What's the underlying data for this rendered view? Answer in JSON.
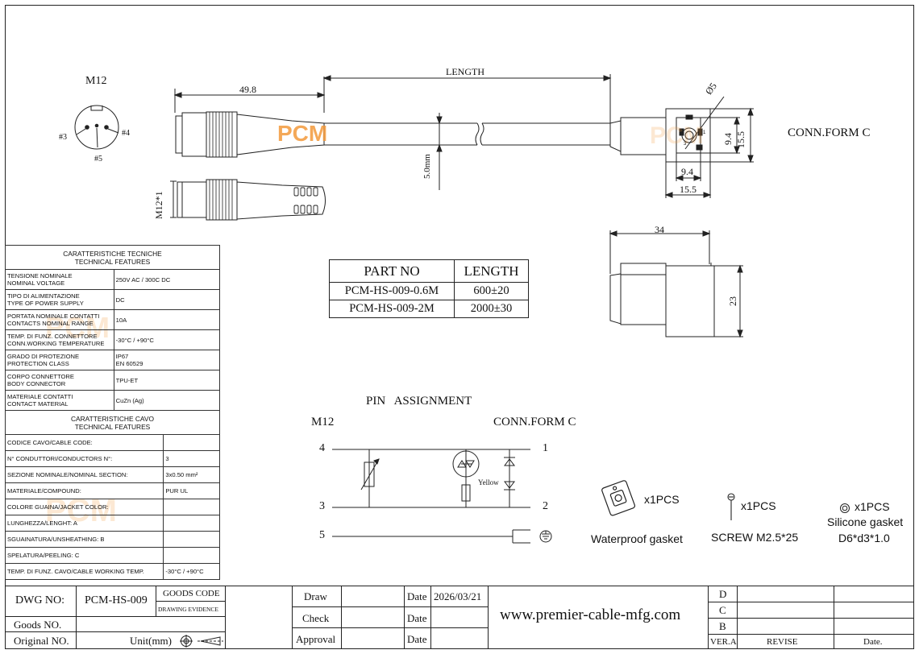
{
  "watermark": "PCM",
  "drawing": {
    "m12_label": "M12",
    "pin3": "#3",
    "pin4": "#4",
    "pin5": "#5",
    "dim_49_8": "49.8",
    "dim_length": "LENGTH",
    "dim_5mm": "5.0mm",
    "dim_m12x1": "M12*1",
    "dim_d5": "Ø5",
    "dim_9_4": "9.4",
    "dim_15_5": "15.5",
    "dim_34": "34",
    "dim_23": "23",
    "conn_form": "CONN.FORM C",
    "face_labels": [
      "2",
      "1",
      "3"
    ]
  },
  "specs": {
    "header1": [
      "CARATTERISTICHE TECNICHE",
      "TECHNICAL FEATURES"
    ],
    "rows1": [
      {
        "it": "TENSIONE NOMINALE",
        "en": "NOMINAL VOLTAGE",
        "val": "250V AC / 300C DC"
      },
      {
        "it": "TIPO DI ALIMENTAZIONE",
        "en": "TYPE OF POWER SUPPLY",
        "val": "DC"
      },
      {
        "it": "PORTATA NOMINALE CONTATTI",
        "en": "CONTACTS NOMINAL RANGE",
        "val": "10A"
      },
      {
        "it": "TEMP. DI FUNZ. CONNETTORE",
        "en": "CONN.WORKING TEMPERATURE",
        "val": "-30°C / +90°C"
      },
      {
        "it": "GRADO DI PROTEZIONE",
        "en": "PROTECTION CLASS",
        "val": "IP67",
        "val2": "EN 60529"
      },
      {
        "it": "CORPO CONNETTORE",
        "en": "BODY CONNECTOR",
        "val": "TPU-ET"
      },
      {
        "it": "MATERIALE CONTATTI",
        "en": "CONTACT MATERIAL",
        "val": "CuZn (Ag)"
      }
    ],
    "header2": [
      "CARATTERISTICHE CAVO",
      "TECHNICAL FEATURES"
    ],
    "rows2": [
      {
        "label": "CODICE CAVO/CABLE CODE:",
        "val": ""
      },
      {
        "label": "N° CONDUTTORI/CONDUCTORS N°:",
        "val": "3"
      },
      {
        "label": "SEZIONE NOMINALE/NOMINAL SECTION:",
        "val": "3x0.50 mm²"
      },
      {
        "label": "MATERIALE/COMPOUND:",
        "val": "PUR UL"
      },
      {
        "label": "COLORE GUAINA/JACKET COLOR:",
        "val": ""
      },
      {
        "label": "LUNGHEZZA/LENGHT: A",
        "val": ""
      },
      {
        "label": "SGUAINATURA/UNSHEATHING: B",
        "val": ""
      },
      {
        "label": "SPELATURA/PEELING: C",
        "val": ""
      },
      {
        "label": "TEMP. DI FUNZ. CAVO/CABLE WORKING TEMP.",
        "val": "-30°C / +90°C"
      }
    ]
  },
  "parts": {
    "headers": [
      "PART NO",
      "LENGTH"
    ],
    "rows": [
      [
        "PCM-HS-009-0.6M",
        "600±20"
      ],
      [
        "PCM-HS-009-2M",
        "2000±30"
      ]
    ]
  },
  "pins": {
    "title": "PIN   ASSIGNMENT",
    "left": "M12",
    "right": "CONN.FORM C",
    "left_nums": [
      "4",
      "3",
      "5"
    ],
    "right_nums": [
      "1",
      "2"
    ],
    "yellow": "Yellow"
  },
  "accessories": [
    {
      "qty": "x1PCS",
      "name": "Waterproof gasket"
    },
    {
      "qty": "x1PCS",
      "name": "SCREW M2.5*25"
    },
    {
      "qty": "x1PCS",
      "name": "Silicone gasket",
      "name2": "D6*d3*1.0"
    }
  ],
  "titleblock": {
    "dwg_no_label": "DWG NO:",
    "dwg_no": "PCM-HS-009",
    "goods_code": "GOODS CODE",
    "drawing_evidence": "DRAWING EVIDENCE",
    "goods_no": "Goods NO.",
    "original_no": "Original NO.",
    "unit": "Unit(mm)",
    "draw": "Draw",
    "check": "Check",
    "approval": "Approval",
    "date": "Date",
    "date_value": "2026/03/21",
    "website": "www.premier-cable-mfg.com",
    "rev": [
      "D",
      "C",
      "B"
    ],
    "ver": "VER.A",
    "revise": "REVISE",
    "date2": "Date."
  }
}
